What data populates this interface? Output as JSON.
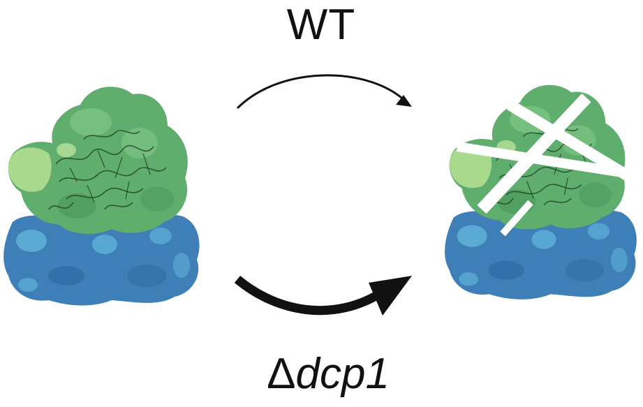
{
  "labels": {
    "top": "WT",
    "bottom_symbol": "Δ",
    "bottom_gene": "dcp1"
  },
  "colors": {
    "large_subunit_green": "#5fae6e",
    "large_subunit_light": "#a9d98d",
    "small_subunit_blue": "#3f7fb7",
    "small_subunit_light": "#5fb1d8",
    "arrow": "#111111",
    "cleavage_lines": "#ffffff"
  },
  "elements": {
    "left": "intact-ribosome",
    "right": "cleaved-ribosome",
    "top_arrow": "thin",
    "bottom_arrow": "thick"
  }
}
